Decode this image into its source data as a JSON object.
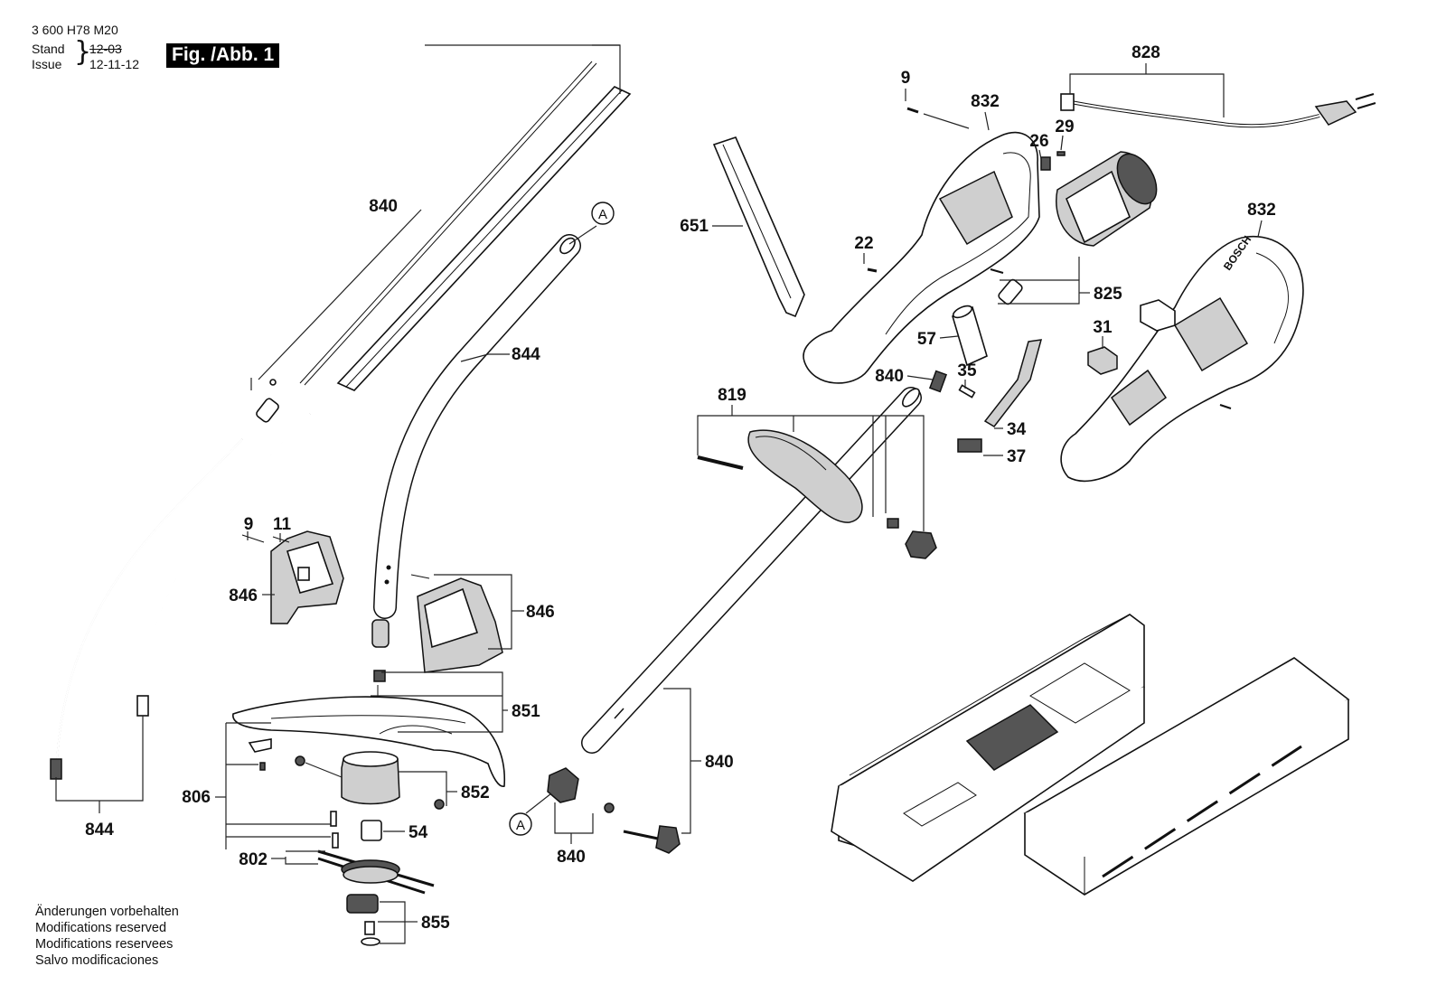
{
  "header": {
    "doc_number": "3 600 H78 M20",
    "stand_label": "Stand",
    "stand_value": "12-03",
    "issue_label": "Issue",
    "issue_value": "12-11-12",
    "figure_badge": "Fig. /Abb. 1"
  },
  "notes": [
    "Änderungen vorbehalten",
    "Modifications reserved",
    "Modifications reservees",
    "Salvo modificaciones"
  ],
  "callouts": {
    "c840_top": "840",
    "c844_left": "844",
    "c844_mid": "844",
    "c9_a": "9",
    "c11": "11",
    "c846_left": "846",
    "c846_right": "846",
    "c851": "851",
    "c806": "806",
    "c852": "852",
    "c54": "54",
    "c802": "802",
    "c855": "855",
    "cA_top": "A",
    "cA_bottom": "A",
    "c840_lower": "840",
    "c840_bottom": "840",
    "c819": "819",
    "c651": "651",
    "c22": "22",
    "c9_b": "9",
    "c832_a": "832",
    "c828": "828",
    "c26": "26",
    "c29": "29",
    "c832_b": "832",
    "c825": "825",
    "c57": "57",
    "c840_mid": "840",
    "c35": "35",
    "c34": "34",
    "c37": "37",
    "c31": "31"
  },
  "brand_text": "BOSCH"
}
